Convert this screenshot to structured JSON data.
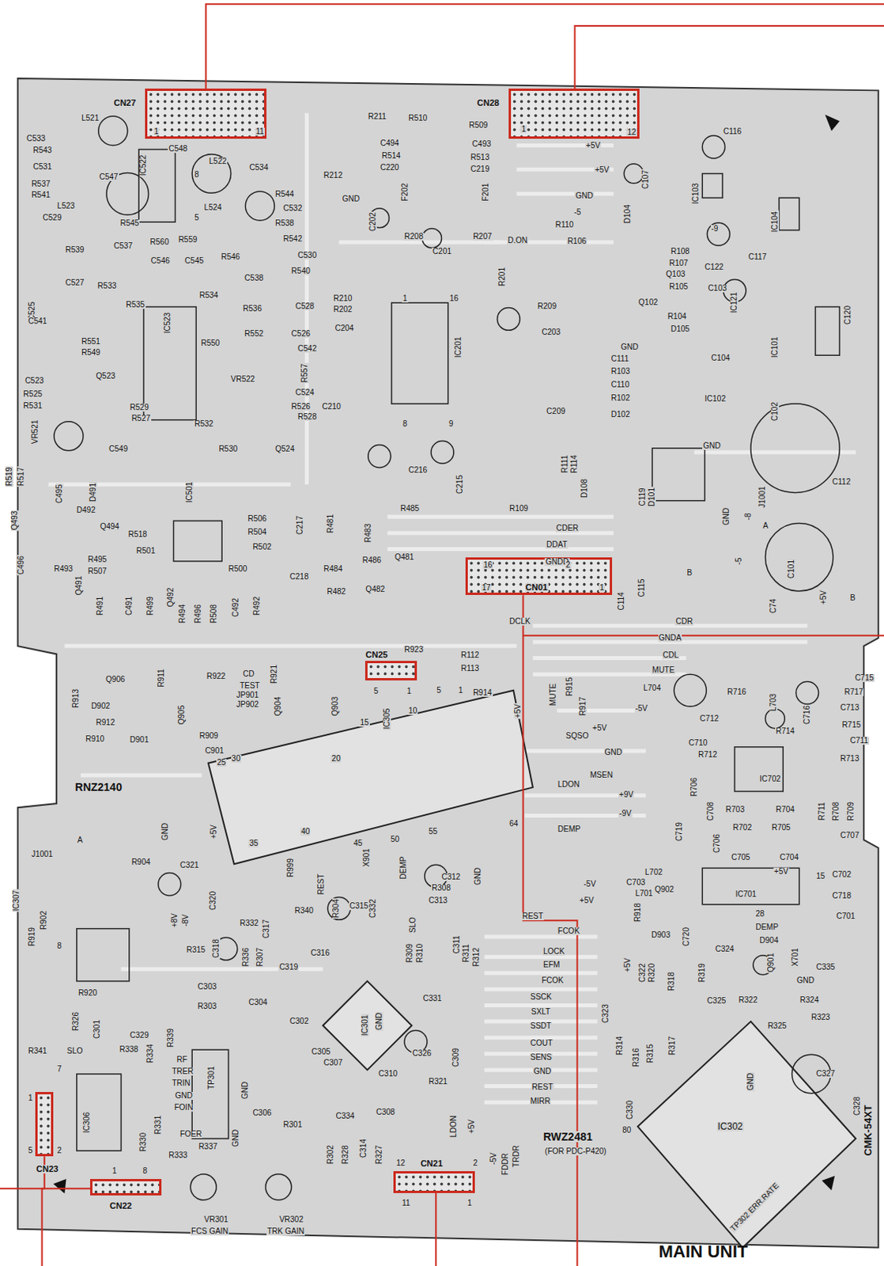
{
  "diagram": {
    "nodes": [
      {
        "text": [
          "CN27"
        ]
      },
      {
        "text": [
          "CN28"
        ]
      },
      {
        "text": [
          "CN01"
        ]
      },
      {
        "text": [
          "CN25"
        ]
      },
      {
        "text": [
          "CN23"
        ]
      },
      {
        "text": [
          "CN22"
        ]
      },
      {
        "text": [
          "CN21"
        ]
      }
    ],
    "labels": [
      "L521",
      "C533",
      "R543",
      "C531",
      "IC522",
      "C548",
      "L522",
      "C534",
      "R537",
      "R541",
      "C547",
      "8",
      "L523",
      "L524",
      "R544",
      "C532",
      "C529",
      "R545",
      "5",
      "R538",
      "R539",
      "C537",
      "R560",
      "R559",
      "R542",
      "C546",
      "C545",
      "R546",
      "C530",
      "R540",
      "C527",
      "R533",
      "C538",
      "C525",
      "R535",
      "R534",
      "R536",
      "C528",
      "C541",
      "R551",
      "R549",
      "R552",
      "R550",
      "C526",
      "C542",
      "R557",
      "C523",
      "Q523",
      "VR522",
      "R525",
      "R531",
      "C524",
      "R529",
      "R527",
      "R526",
      "R528",
      "C210",
      "VR521",
      "R532",
      "R530",
      "Q524",
      "C549",
      "R519",
      "R517",
      "C495",
      "D491",
      "D492",
      "Q493",
      "Q494",
      "R518",
      "R501",
      "IC501",
      "R506",
      "R504",
      "R502",
      "R500",
      "C218",
      "C217",
      "R481",
      "R483",
      "R485",
      "R486",
      "Q481",
      "R484",
      "R482",
      "Q482",
      "C496",
      "R495",
      "R507",
      "R493",
      "Q491",
      "R491",
      "C491",
      "R499",
      "Q492",
      "R494",
      "R496",
      "R508",
      "C492",
      "R492",
      "IC523",
      "1",
      "11",
      "R211",
      "R510",
      "R509",
      "1",
      "12",
      "C494",
      "R514",
      "C220",
      "C493",
      "R513",
      "C219",
      "+5V",
      "C116",
      "+5V",
      "C107",
      "IC103",
      "R212",
      "GND",
      "F202",
      "F201",
      "GND",
      "D104",
      "-5",
      "R110",
      "R106",
      "-9",
      "IC104",
      "C202",
      "R208",
      "R207",
      "D.ON",
      "C201",
      "R108",
      "R107",
      "C117",
      "Q103",
      "C122",
      "R201",
      "R105",
      "C103",
      "IC121",
      "C120",
      "R210",
      "R202",
      "C204",
      "16",
      "1",
      "IC201",
      "R209",
      "Q102",
      "R104",
      "D105",
      "C203",
      "IC101",
      "GND",
      "C111",
      "R103",
      "C104",
      "C110",
      "R102",
      "D102",
      "IC102",
      "C102",
      "9",
      "8",
      "C209",
      "GND",
      "C216",
      "C215",
      "R111",
      "R114",
      "D108",
      "C119",
      "D101",
      "J1001",
      "C112",
      "GND",
      "-8",
      "A",
      "-5",
      "R109",
      "CDER",
      "DDAT",
      "GNDD",
      "16",
      "2",
      "17",
      "1",
      "B",
      "C114",
      "C115",
      "C101",
      "C74",
      "+5V",
      "B",
      "DCLK",
      "CDR",
      "GNDA",
      "CDL",
      "MUTE",
      "C715",
      "L704",
      "R716",
      "L703",
      "R717",
      "-5V",
      "C713",
      "C712",
      "C716",
      "C710",
      "R714",
      "R715",
      "C711",
      "R712",
      "R713",
      "R706",
      "IC702",
      "C719",
      "C708",
      "R703",
      "R704",
      "R711",
      "R708",
      "R709",
      "C706",
      "R702",
      "R705",
      "C707",
      "C705",
      "C704",
      "+5V",
      "IC701",
      "C718",
      "L702",
      "C703",
      "L701",
      "R918",
      "Q902",
      "28",
      "15",
      "C702",
      "C720",
      "DEMP",
      "C701",
      "D903",
      "D904",
      "Q901",
      "X701",
      "+5V",
      "C322",
      "R320",
      "C324",
      "C335",
      "R319",
      "GND",
      "R318",
      "C325",
      "R322",
      "R324",
      "R323",
      "R325",
      "R314",
      "R316",
      "R315",
      "R317",
      "C330",
      "IC302",
      "GND",
      "80",
      "C327",
      "C328",
      "CMK-54XT",
      "TP302 ERR.RATE",
      "MAIN UNIT",
      "R922",
      "CD",
      "TEST",
      "JP901",
      "JP902",
      "Q906",
      "R913",
      "R911",
      "D902",
      "R912",
      "R910",
      "D901",
      "Q905",
      "R909",
      "C901",
      "R921",
      "Q904",
      "Q903",
      "R923",
      "5",
      "1",
      "R112",
      "R113",
      "R914",
      "5",
      "1",
      "IC305",
      "10",
      "15",
      "+5V",
      "MUTE",
      "R915",
      "R917",
      "+5V",
      "SQSO",
      "GND",
      "MSEN",
      "LDON",
      "+9V",
      "-9V",
      "DEMP",
      "-5V",
      "+5V",
      "REST",
      "FCOK",
      "LOCK",
      "EFM",
      "FCOK",
      "SSCK",
      "SXLT",
      "SSDT",
      "COUT",
      "SENS",
      "GND",
      "REST",
      "MIRR",
      "RWZ2481",
      "(FOR PDC-P420)",
      "-5V",
      "FDDR",
      "TRDR",
      "RNZ2140",
      "GND",
      "+5V",
      "25",
      "30",
      "20",
      "35",
      "40",
      "45",
      "50",
      "55",
      "64",
      "X901",
      "R999",
      "REST",
      "DEMP",
      "GND",
      "A",
      "J1001",
      "R904",
      "C321",
      "C320",
      "+8V",
      "-8V",
      "C312",
      "R308",
      "C313",
      "R304",
      "C315",
      "C332",
      "SLO",
      "R340",
      "R332",
      "C317",
      "C318",
      "R307",
      "R336",
      "C316",
      "C319",
      "R309",
      "R310",
      "C311",
      "R311",
      "R312",
      "IC301",
      "GND",
      "R902",
      "R919",
      "IC307",
      "8",
      "R315",
      "R920",
      "R326",
      "C301",
      "C303",
      "R303",
      "C304",
      "C302",
      "C331",
      "C323",
      "R339",
      "C329",
      "R338",
      "R334",
      "R341",
      "SLO",
      "RF",
      "TRER",
      "TRIN",
      "GND",
      "FOIN",
      "FOER",
      "TP301",
      "GND",
      "C305",
      "C307",
      "C326",
      "C309",
      "C310",
      "R321",
      "C306",
      "C334",
      "C308",
      "R301",
      "R331",
      "R330",
      "R337",
      "R333",
      "GND",
      "R302",
      "R328",
      "C314",
      "R327",
      "LDON",
      "+5V",
      "12",
      "2",
      "11",
      "1",
      "VR301",
      "FCS GAIN",
      "VR302",
      "TRK GAIN",
      "8",
      "1",
      "IC306",
      "7",
      "2",
      "1",
      "5"
    ]
  }
}
